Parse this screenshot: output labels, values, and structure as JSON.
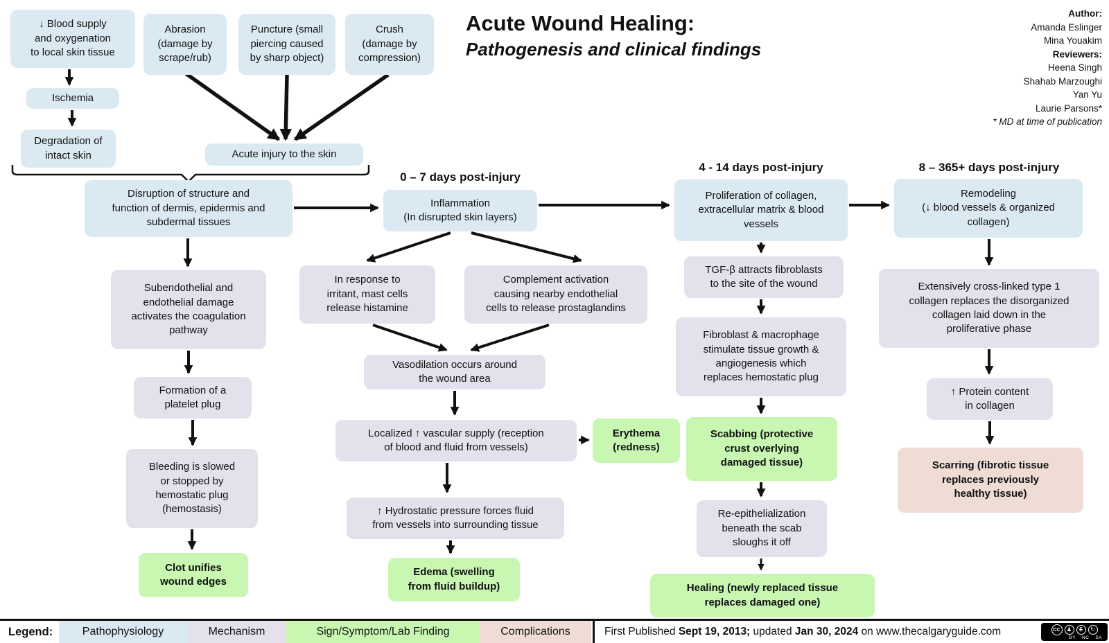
{
  "title": {
    "main": "Acute Wound Healing:",
    "subtitle": "Pathogenesis and clinical findings"
  },
  "credits": {
    "author_label": "Author:",
    "author_1": "Amanda Eslinger",
    "author_2": "Mina Youakim",
    "reviewers_label": "Reviewers:",
    "reviewer_1": "Heena Singh",
    "reviewer_2": "Shahab Marzoughi",
    "reviewer_3": "Yan Yu",
    "reviewer_4": "Laurie Parsons*",
    "note": "* MD at time of publication"
  },
  "timeline": {
    "phase1": "0 – 7 days post-injury",
    "phase2": "4 - 14 days post-injury",
    "phase3": "8 – 365+ days post-injury"
  },
  "nodes": {
    "blood_supply": "↓ Blood supply\nand oxygenation\nto local skin tissue",
    "abrasion": "Abrasion\n(damage by\nscrape/rub)",
    "puncture": "Puncture (small\npiercing caused\nby sharp object)",
    "crush": "Crush\n(damage by\ncompression)",
    "ischemia": "Ischemia",
    "degradation": "Degradation of\nintact skin",
    "acute_injury": "Acute injury to the skin",
    "disruption": "Disruption of structure and\nfunction of dermis, epidermis and\nsubdermal tissues",
    "inflammation": "Inflammation\n(In disrupted skin layers)",
    "subendothelial": "Subendothelial and\nendothelial damage\nactivates the coagulation\npathway",
    "mast_cells": "In response to\nirritant, mast cells\nrelease histamine",
    "complement": "Complement activation\ncausing nearby endothelial\ncells to release prostaglandins",
    "vasodilation": "Vasodilation occurs around\nthe wound area",
    "formation": "Formation of a\nplatelet plug",
    "localized": "Localized ↑ vascular supply (reception\nof blood and fluid from vessels)",
    "erythema": "Erythema\n(redness)",
    "bleeding": "Bleeding is slowed\nor stopped by\nhemostatic plug\n(hemostasis)",
    "hydrostatic": "↑ Hydrostatic pressure forces fluid\nfrom vessels into surrounding tissue",
    "edema": "Edema (swelling\nfrom fluid buildup)",
    "clot": "Clot unifies\nwound edges",
    "proliferation": "Proliferation of collagen,\nextracellular matrix & blood\nvessels",
    "tgf": "TGF-β attracts fibroblasts\nto the site of the wound",
    "fibroblast": "Fibroblast & macrophage\nstimulate tissue growth &\nangiogenesis which\nreplaces hemostatic plug",
    "scabbing": "Scabbing (protective\ncrust overlying\ndamaged tissue)",
    "reepithelialization": "Re-epithelialization\nbeneath the scab\nsloughs it off",
    "healing": "Healing (newly replaced tissue\nreplaces damaged one)",
    "remodeling": "Remodeling\n(↓ blood vessels & organized\ncollagen)",
    "crosslinked": "Extensively cross-linked type 1\ncollagen replaces the disorganized\ncollagen laid down in the\nproliferative phase",
    "protein": "↑ Protein content\nin collagen",
    "scarring": "Scarring (fibrotic tissue\nreplaces previously\nhealthy tissue)"
  },
  "legend": {
    "label": "Legend:",
    "items": [
      {
        "label": "Pathophysiology",
        "color": "#dbe9f2"
      },
      {
        "label": "Mechanism",
        "color": "#e4e0ec"
      },
      {
        "label": "Sign/Symptom/Lab Finding",
        "color": "#c8f7b2"
      },
      {
        "label": "Complications",
        "color": "#eedcd5"
      }
    ]
  },
  "footer": {
    "prefix": "First Published ",
    "date_first": "Sept 19, 2013;",
    "mid": " updated ",
    "date_updated": "Jan 30, 2024",
    "suffix": " on www.thecalgaryguide.com"
  },
  "license": {
    "cc": "CC",
    "icon_by": "♟",
    "icon_nc": "$",
    "icon_sa": "↻",
    "by_label": "BY",
    "nc_label": "NC",
    "sa_label": "SA"
  },
  "colors": {
    "pathophysiology": "#dbe9f2",
    "mechanism": "#e4e0ec",
    "sign_symptom": "#c8f7b2",
    "complications": "#eedcd5",
    "arrow": "#111111"
  }
}
